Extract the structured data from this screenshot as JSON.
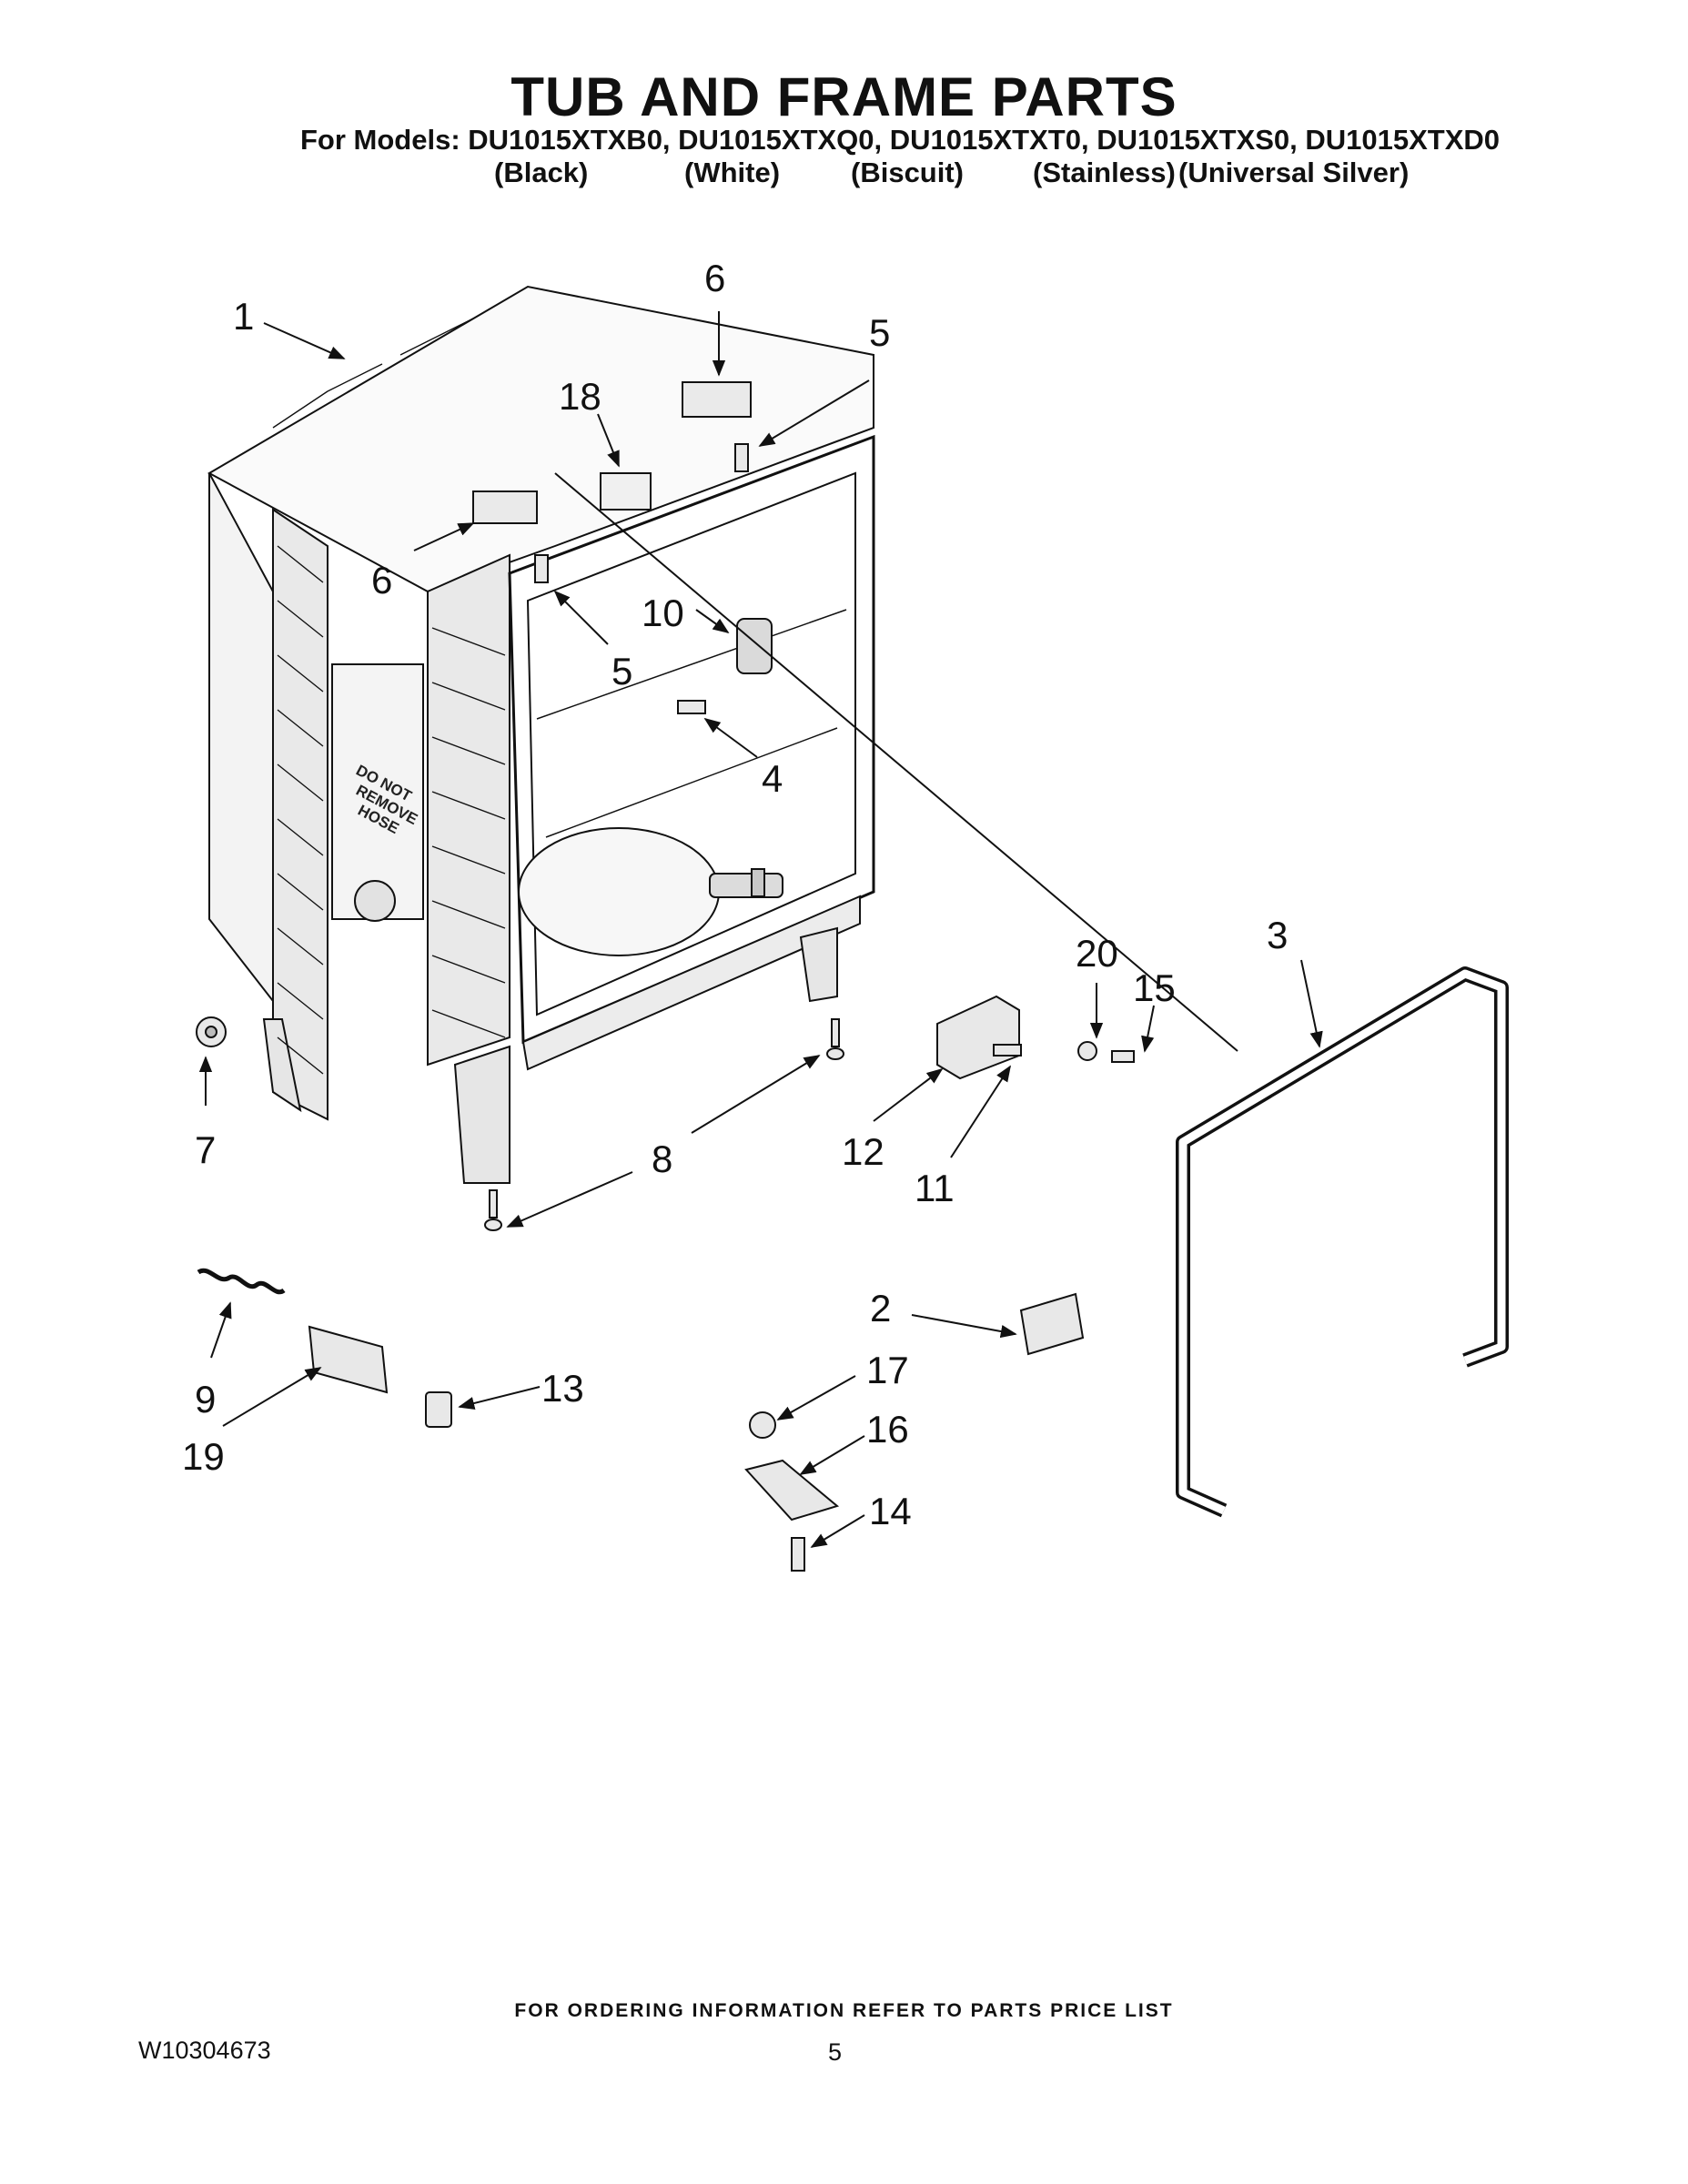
{
  "header": {
    "title": "TUB AND FRAME PARTS",
    "models_line": "For Models: DU1015XTXB0, DU1015XTXQ0, DU1015XTXT0, DU1015XTXS0, DU1015XTXD0",
    "colors": [
      "(Black)",
      "(White)",
      "(Biscuit)",
      "(Stainless)",
      "(Universal Silver)"
    ]
  },
  "callouts": {
    "c1": "1",
    "c2": "2",
    "c3": "3",
    "c4": "4",
    "c5a": "5",
    "c5b": "5",
    "c6a": "6",
    "c6b": "6",
    "c7": "7",
    "c8": "8",
    "c9": "9",
    "c10": "10",
    "c11": "11",
    "c12": "12",
    "c13": "13",
    "c14": "14",
    "c15": "15",
    "c16": "16",
    "c17": "17",
    "c18": "18",
    "c19": "19",
    "c20": "20"
  },
  "tub_label": [
    "DO NOT",
    "REMOVE",
    "HOSE"
  ],
  "footer": {
    "note": "FOR ORDERING INFORMATION REFER TO PARTS PRICE LIST",
    "doc_id": "W10304673",
    "page": "5"
  }
}
